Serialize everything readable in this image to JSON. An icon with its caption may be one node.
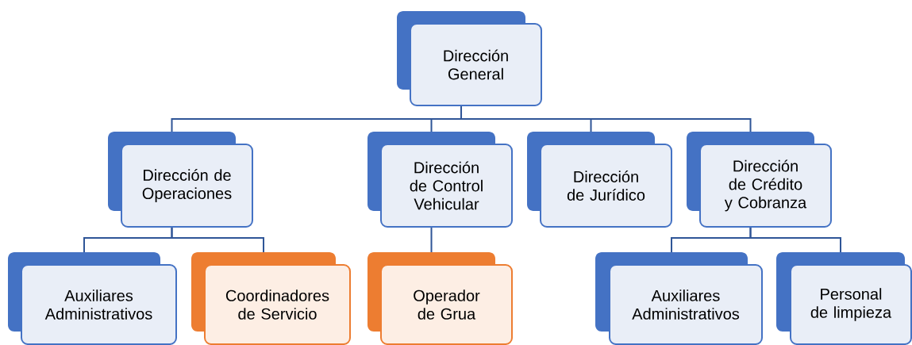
{
  "diagram": {
    "nodes": [
      {
        "text": [
          "Dirección General"
        ]
      },
      {
        "text": [
          "Dirección de Operaciones"
        ]
      },
      {
        "text": [
          "Dirección de Control Vehicular"
        ]
      },
      {
        "text": [
          "Dirección de Jurídico"
        ]
      },
      {
        "text": [
          "Dirección de Crédito y Cobranza"
        ]
      },
      {
        "text": [
          "Auxiliares Administrativos"
        ]
      },
      {
        "text": [
          "Coordinadores de Servicio"
        ]
      },
      {
        "text": [
          "Operador de Grua"
        ]
      },
      {
        "text": [
          "Auxiliares Administrativos"
        ]
      },
      {
        "text": [
          "Personal de limpieza"
        ]
      }
    ],
    "edges": [
      {
        "from": 0,
        "to": 1,
        "arrow": "none"
      },
      {
        "from": 0,
        "to": 2,
        "arrow": "none"
      },
      {
        "from": 0,
        "to": 3,
        "arrow": "none"
      },
      {
        "from": 0,
        "to": 4,
        "arrow": "none"
      },
      {
        "from": 1,
        "to": 5,
        "arrow": "none"
      },
      {
        "from": 1,
        "to": 6,
        "arrow": "none"
      },
      {
        "from": 2,
        "to": 7,
        "arrow": "none"
      },
      {
        "from": 4,
        "to": 8,
        "arrow": "none"
      },
      {
        "from": 4,
        "to": 9,
        "arrow": "none"
      }
    ]
  }
}
